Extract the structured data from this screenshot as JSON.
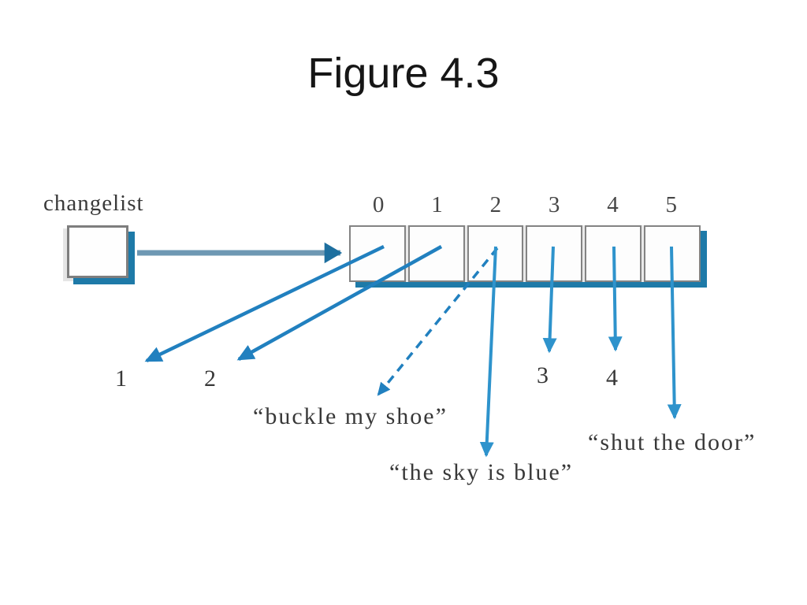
{
  "slide": {
    "title": "Figure 4.3"
  },
  "diagram": {
    "variable_label": "changelist",
    "array_indices": [
      "0",
      "1",
      "2",
      "3",
      "4",
      "5"
    ],
    "targets": {
      "index0": "1",
      "index1": "2",
      "index2_old": "“buckle my shoe”",
      "index2_new": "“the sky is blue”",
      "index3": "3",
      "index4": "4",
      "index5": "“shut the door”"
    },
    "colors": {
      "arrow_blue": "#2180bf",
      "arrow_blue_light": "#2e93cc",
      "pointer_shaft": "#6e98b3",
      "pointer_head": "#1d6f9f",
      "shadow_blue": "#1e7aa8",
      "border_gray": "#7e7e7e",
      "text_gray": "#3a3a3a"
    }
  }
}
